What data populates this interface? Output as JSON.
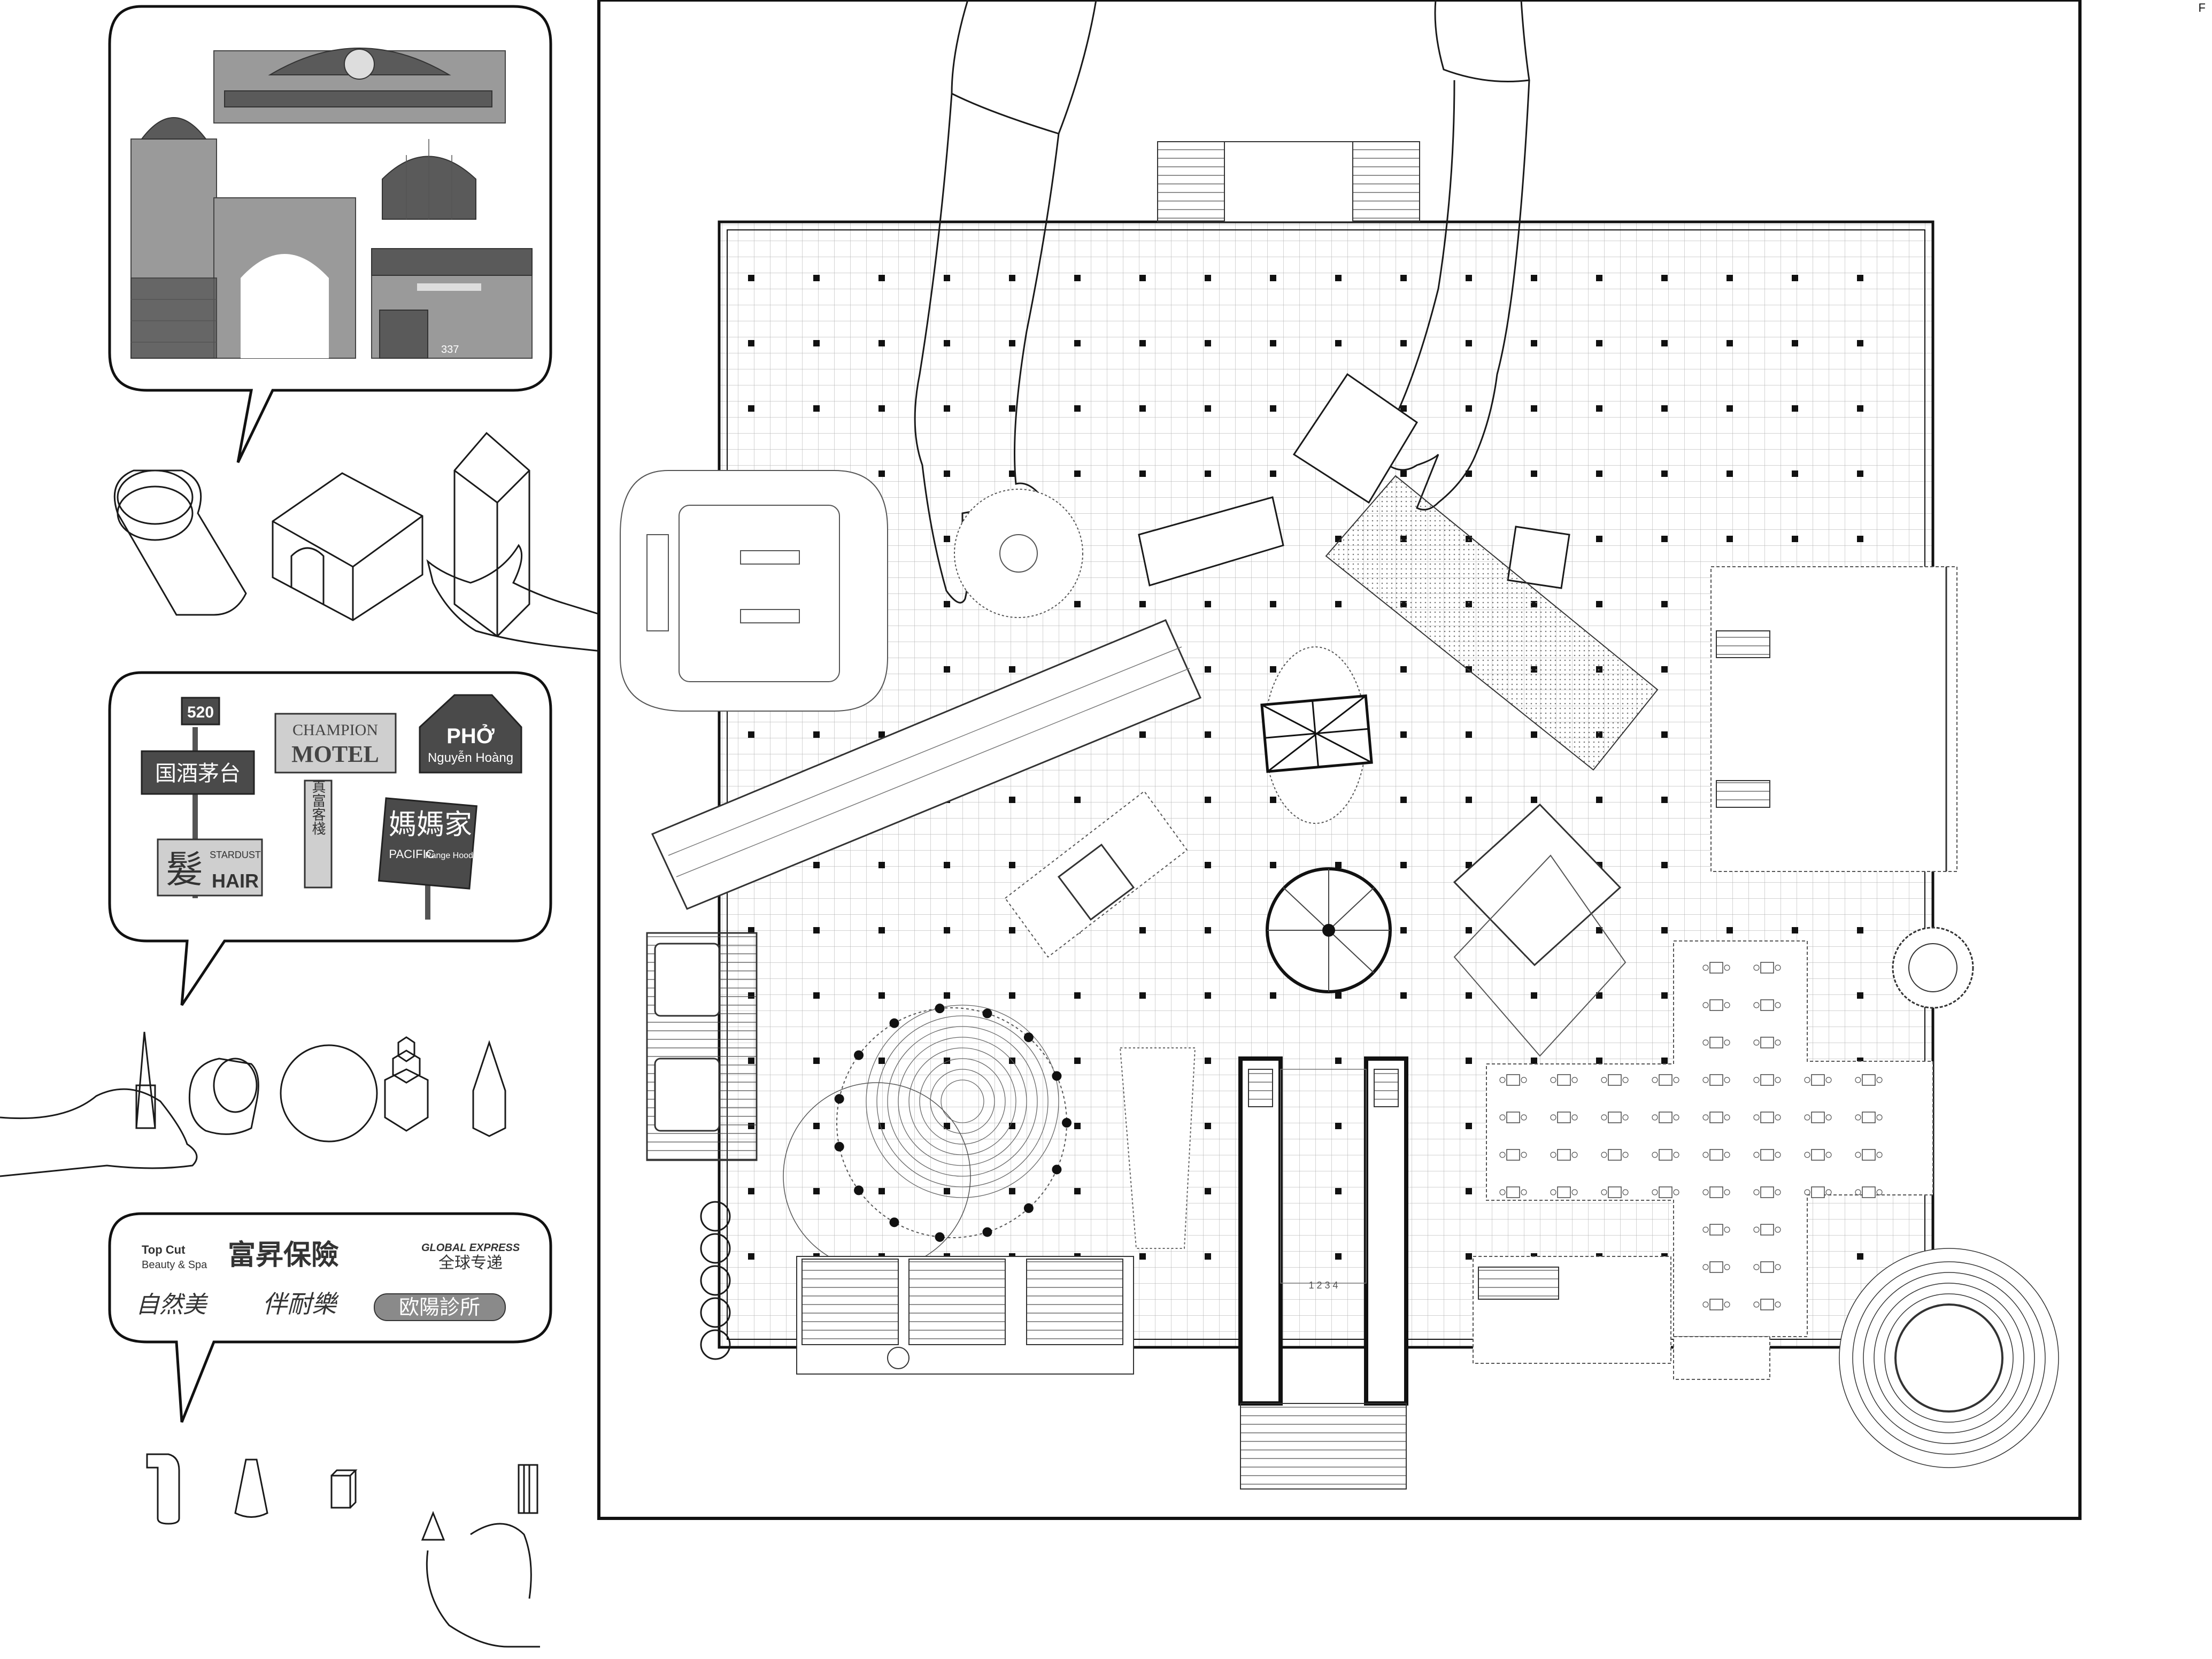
{
  "signs": {
    "s520": "520",
    "liquor": "国酒茅台",
    "champion_line1": "CHAMPION",
    "champion_line2": "MOTEL",
    "pho_line1": "PHỞ",
    "pho_line2": "Nguyễn Hoàng",
    "vertical_cn": "真富客棧",
    "stardust": "STARDUST",
    "hair_cn": "髮",
    "hair": "HAIR",
    "restaurant_cn": "媽媽家",
    "restaurant_en": "PACIFIC",
    "restaurant_sub": "Range Hood",
    "storefront_number": "337"
  },
  "logos": {
    "top_cut_line1": "Top Cut",
    "top_cut_line2": "Beauty & Spa",
    "insurance_cn": "富昇保險",
    "global_express": "GLOBAL EXPRESS",
    "global_express_cn": "全球专递",
    "self_beauty": "自然美",
    "calligraphy": "伴耐樂",
    "clinic_cn": "欧陽診所"
  },
  "plan": {
    "elevator_label": "1 2 3 4",
    "corner_mark": "F"
  },
  "colors": {
    "ink": "#1a1a1a",
    "photo_gray": "#9a9a9a",
    "paper": "#ffffff"
  }
}
